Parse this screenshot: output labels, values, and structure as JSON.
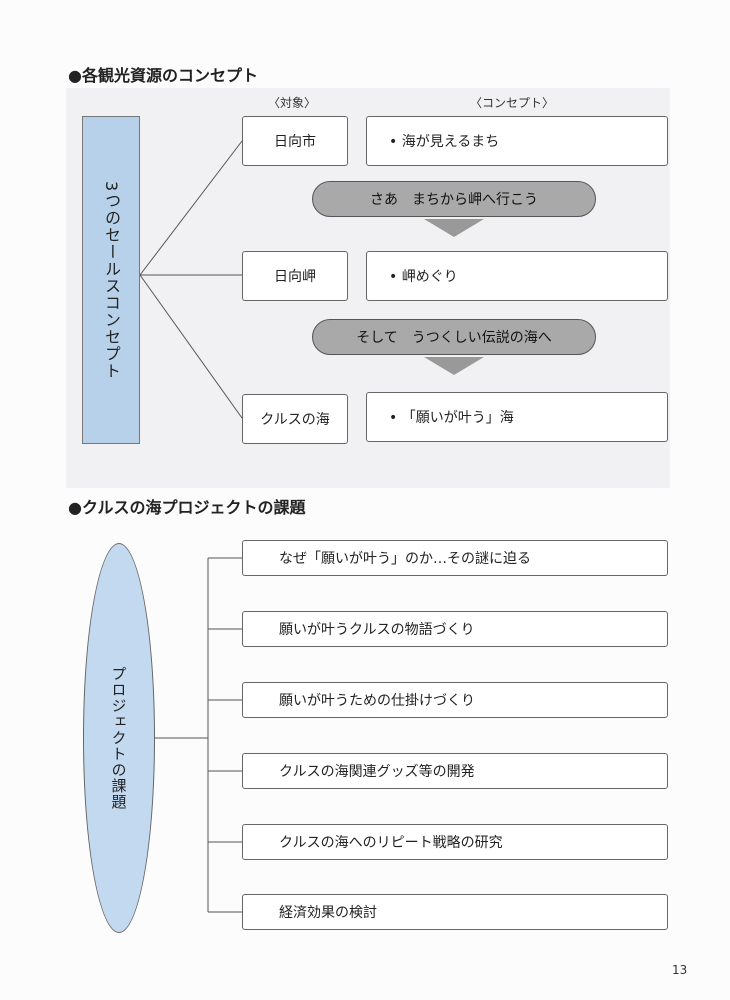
{
  "section1": {
    "heading": "●各観光資源のコンセプト",
    "label_target": "〈対象〉",
    "label_concept": "〈コンセプト〉",
    "left_box": "3つのセールスコンセプト",
    "rows": [
      {
        "target": "日向市",
        "concept": "• 海が見えるまち"
      },
      {
        "target": "日向岬",
        "concept": "• 岬めぐり"
      },
      {
        "target": "クルスの海",
        "concept": "• 「願いが叶う」海"
      }
    ],
    "banners": [
      "さあ　まちから岬へ行こう",
      "そして　うつくしい伝説の海へ"
    ]
  },
  "section2": {
    "heading": "●クルスの海プロジェクトの課題",
    "ellipse": "プロジェクトの課題",
    "tasks": [
      "なぜ「願いが叶う」のか…その謎に迫る",
      "願いが叶うクルスの物語づくり",
      "願いが叶うための仕掛けづくり",
      "クルスの海関連グッズ等の開発",
      "クルスの海へのリピート戦略の研究",
      "経済効果の検討"
    ]
  },
  "page_number": "13"
}
